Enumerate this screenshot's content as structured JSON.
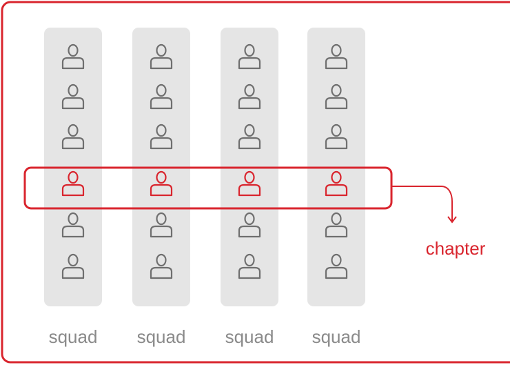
{
  "colors": {
    "accent": "#d9252e",
    "column_bg": "#e5e5e5",
    "person": "#6f6f6f",
    "label": "#8a8a8a"
  },
  "chapter_label": "chapter",
  "highlighted_row": 4,
  "squads": [
    {
      "label": "squad",
      "members": 6
    },
    {
      "label": "squad",
      "members": 6
    },
    {
      "label": "squad",
      "members": 6
    },
    {
      "label": "squad",
      "members": 6
    }
  ]
}
